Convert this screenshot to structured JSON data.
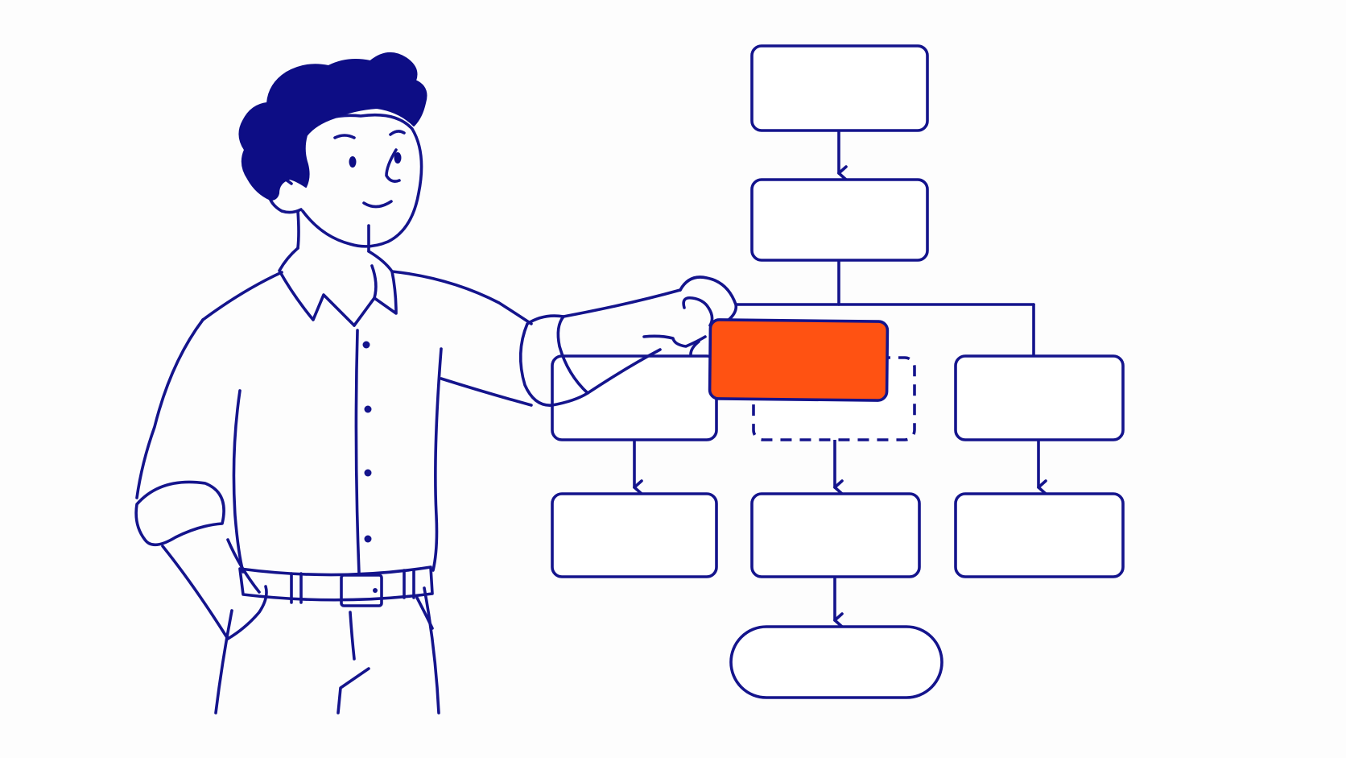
{
  "illustration": {
    "subject": "person-arranging-flowchart",
    "colors": {
      "line": "#14148c",
      "hair": "#0d0d85",
      "highlight": "#ff5212",
      "background": "#fdfdfd"
    }
  },
  "flowchart": {
    "nodes": [
      {
        "id": "step-1",
        "shape": "rounded-rect"
      },
      {
        "id": "step-2",
        "shape": "rounded-rect"
      },
      {
        "id": "branch-left",
        "shape": "rounded-rect"
      },
      {
        "id": "branch-middle-slot",
        "shape": "dashed-placeholder"
      },
      {
        "id": "branch-right",
        "shape": "rounded-rect"
      },
      {
        "id": "result-left",
        "shape": "rounded-rect"
      },
      {
        "id": "result-middle",
        "shape": "rounded-rect"
      },
      {
        "id": "result-right",
        "shape": "rounded-rect"
      },
      {
        "id": "terminal",
        "shape": "pill"
      }
    ],
    "held_card": {
      "color": "#ff5212",
      "state": "being-placed"
    },
    "labels": []
  }
}
